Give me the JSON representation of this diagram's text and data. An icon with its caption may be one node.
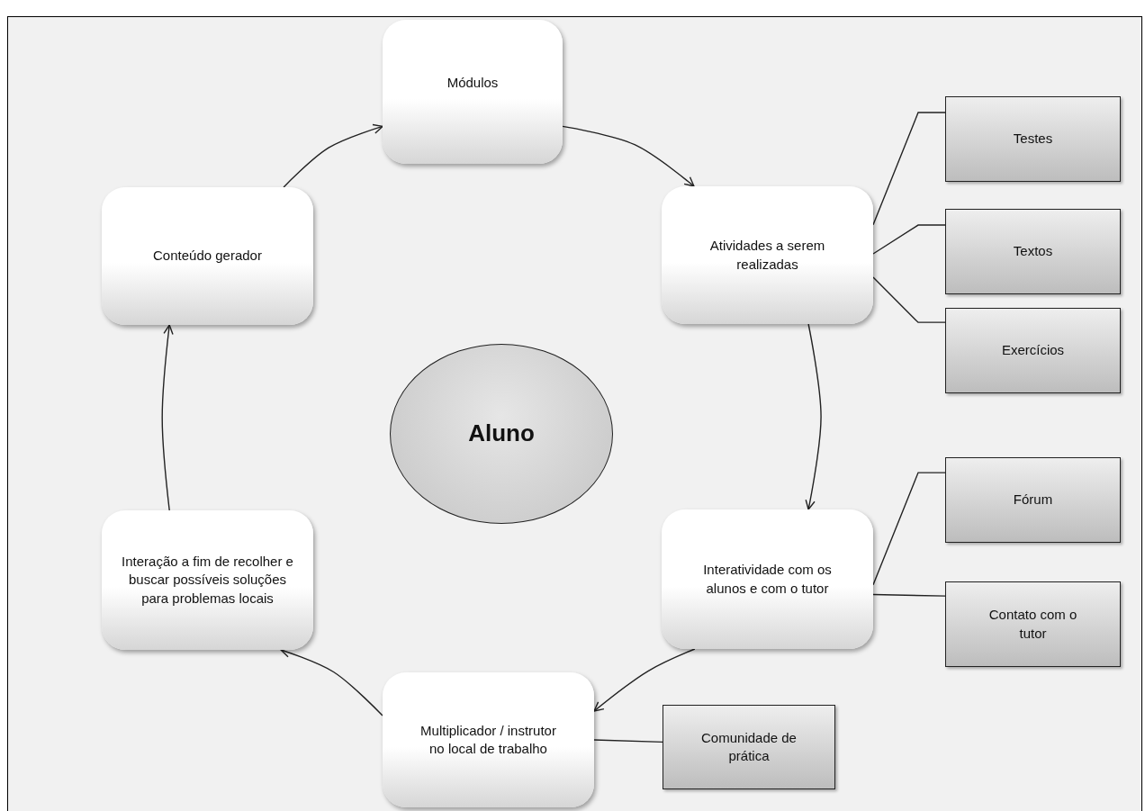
{
  "diagram": {
    "nodes": [
      {
        "text": [
          "Módulos"
        ]
      },
      {
        "text": [
          "Atividades a serem realizadas"
        ]
      },
      {
        "text": [
          "Testes"
        ]
      },
      {
        "text": [
          "Textos"
        ]
      },
      {
        "text": [
          "Exercícios"
        ]
      },
      {
        "text": [
          "Aluno"
        ]
      },
      {
        "text": [
          "Interatividade com os alunos e com o tutor"
        ]
      },
      {
        "text": [
          "Fórum"
        ]
      },
      {
        "text": [
          "Contato com o tutor"
        ]
      },
      {
        "text": [
          "Multiplicador / instrutor no local de trabalho"
        ]
      },
      {
        "text": [
          "Comunidade de prática"
        ]
      },
      {
        "text": [
          "Interação a fim de recolher e buscar possíveis soluções para problemas locais"
        ]
      },
      {
        "text": [
          "Conteúdo gerador"
        ]
      }
    ],
    "edges": [
      {
        "from": 0,
        "to": 1,
        "arrow": "to"
      },
      {
        "from": 1,
        "to": 6,
        "arrow": "to"
      },
      {
        "from": 6,
        "to": 9,
        "arrow": "to"
      },
      {
        "from": 9,
        "to": 11,
        "arrow": "to"
      },
      {
        "from": 11,
        "to": 12,
        "arrow": "to"
      },
      {
        "from": 12,
        "to": 0,
        "arrow": "to"
      },
      {
        "from": 1,
        "to": 2,
        "arrow": "none"
      },
      {
        "from": 1,
        "to": 3,
        "arrow": "none"
      },
      {
        "from": 1,
        "to": 4,
        "arrow": "none"
      },
      {
        "from": 6,
        "to": 7,
        "arrow": "none"
      },
      {
        "from": 6,
        "to": 8,
        "arrow": "none"
      },
      {
        "from": 9,
        "to": 10,
        "arrow": "none"
      }
    ]
  }
}
